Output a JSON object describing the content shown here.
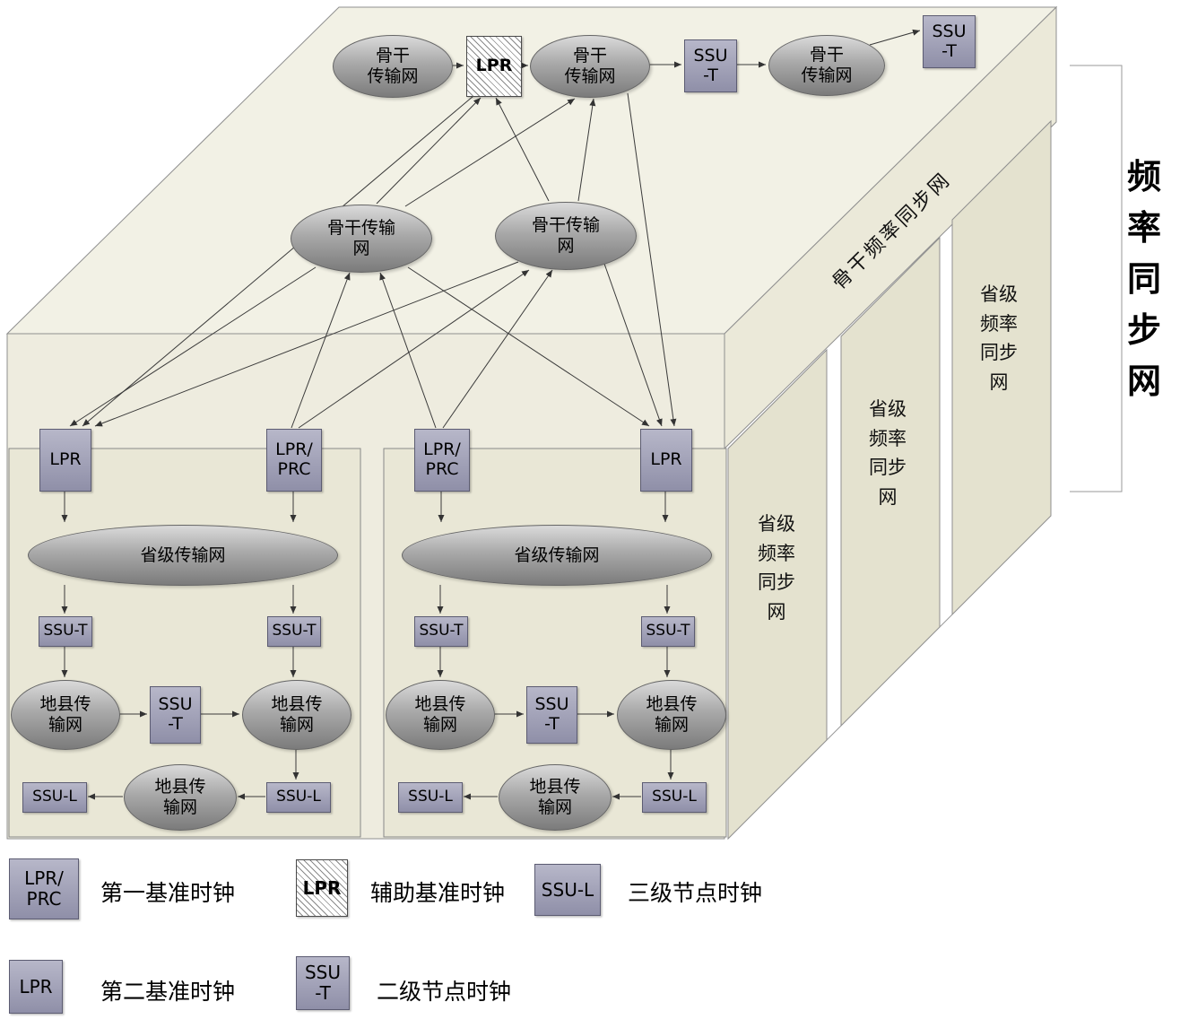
{
  "right_axis_label": "频\n率\n同\n步\n网",
  "backbone_band_label": "骨干频率同步网",
  "side_panels": {
    "label": "省级\n频率\n同步\n网"
  },
  "top_layer": {
    "backbone_net_a": "骨干\n传输网",
    "aux_lpr": "LPR",
    "backbone_net_b": "骨干\n传输网",
    "ssu_t_1": "SSU\n-T",
    "backbone_net_c": "骨干\n传输网",
    "ssu_t_2": "SSU\n-T",
    "backbone_net_mid_left": "骨干传输\n网",
    "backbone_net_mid_right": "骨干传输\n网"
  },
  "panel_left": {
    "lpr": "LPR",
    "lpr_prc": "LPR/\nPRC",
    "provincial_net": "省级传输网",
    "ssu_t_left": "SSU-T",
    "ssu_t_right": "SSU-T",
    "county_net_left": "地县传\n输网",
    "ssu_t_mid": "SSU\n-T",
    "county_net_right": "地县传\n输网",
    "ssu_l_left": "SSU-L",
    "county_net_bottom": "地县传\n输网",
    "ssu_l_right": "SSU-L"
  },
  "panel_right": {
    "lpr_prc": "LPR/\nPRC",
    "lpr": "LPR",
    "provincial_net": "省级传输网",
    "ssu_t_left": "SSU-T",
    "ssu_t_right": "SSU-T",
    "county_net_left": "地县传\n输网",
    "ssu_t_mid": "SSU\n-T",
    "county_net_right": "地县传\n输网",
    "ssu_l_left": "SSU-L",
    "county_net_bottom": "地县传\n输网",
    "ssu_l_right": "SSU-L"
  },
  "legend": [
    {
      "box": "LPR/\nPRC",
      "variant": "solid",
      "label": "第一基准时钟"
    },
    {
      "box": "LPR",
      "variant": "hatched",
      "label": "辅助基准时钟"
    },
    {
      "box": "SSU-L",
      "variant": "solid",
      "label": "三级节点时钟"
    },
    {
      "box": "LPR",
      "variant": "solid",
      "label": "第二基准时钟"
    },
    {
      "box": "SSU\n-T",
      "variant": "solid",
      "label": "二级节点时钟"
    }
  ],
  "colors": {
    "node_fill": "#9b9bb1",
    "ellipse_fill": "#a9a9a9",
    "top_face": "#f2f1e5",
    "front_face": "#eeecdf",
    "panel_face": "#e9e7d6",
    "side_face": "#e4e2cf",
    "line": "#3a3a3a"
  }
}
